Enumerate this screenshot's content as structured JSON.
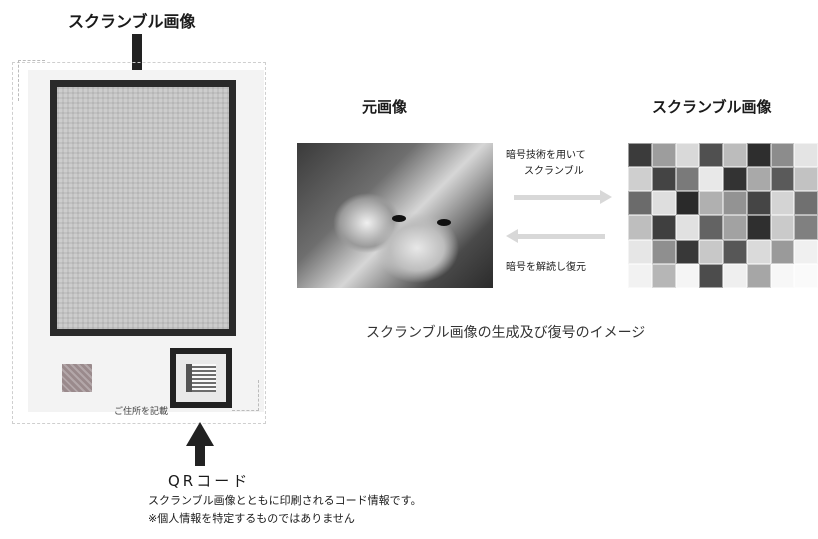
{
  "top_label": "スクランブル画像",
  "qr": {
    "title": "QRコード",
    "line1": "スクランブル画像とともに印刷されるコード情報です。",
    "line2": "※個人情報を特定するものではありません"
  },
  "card": {
    "small_text": "ご住所を記載"
  },
  "process": {
    "original_label": "元画像",
    "scrambled_label": "スクランブル画像",
    "forward_line1": "暗号技術を用いて",
    "forward_line2": "スクランブル",
    "reverse_label": "暗号を解読し復元",
    "caption": "スクランブル画像の生成及び復号のイメージ"
  }
}
